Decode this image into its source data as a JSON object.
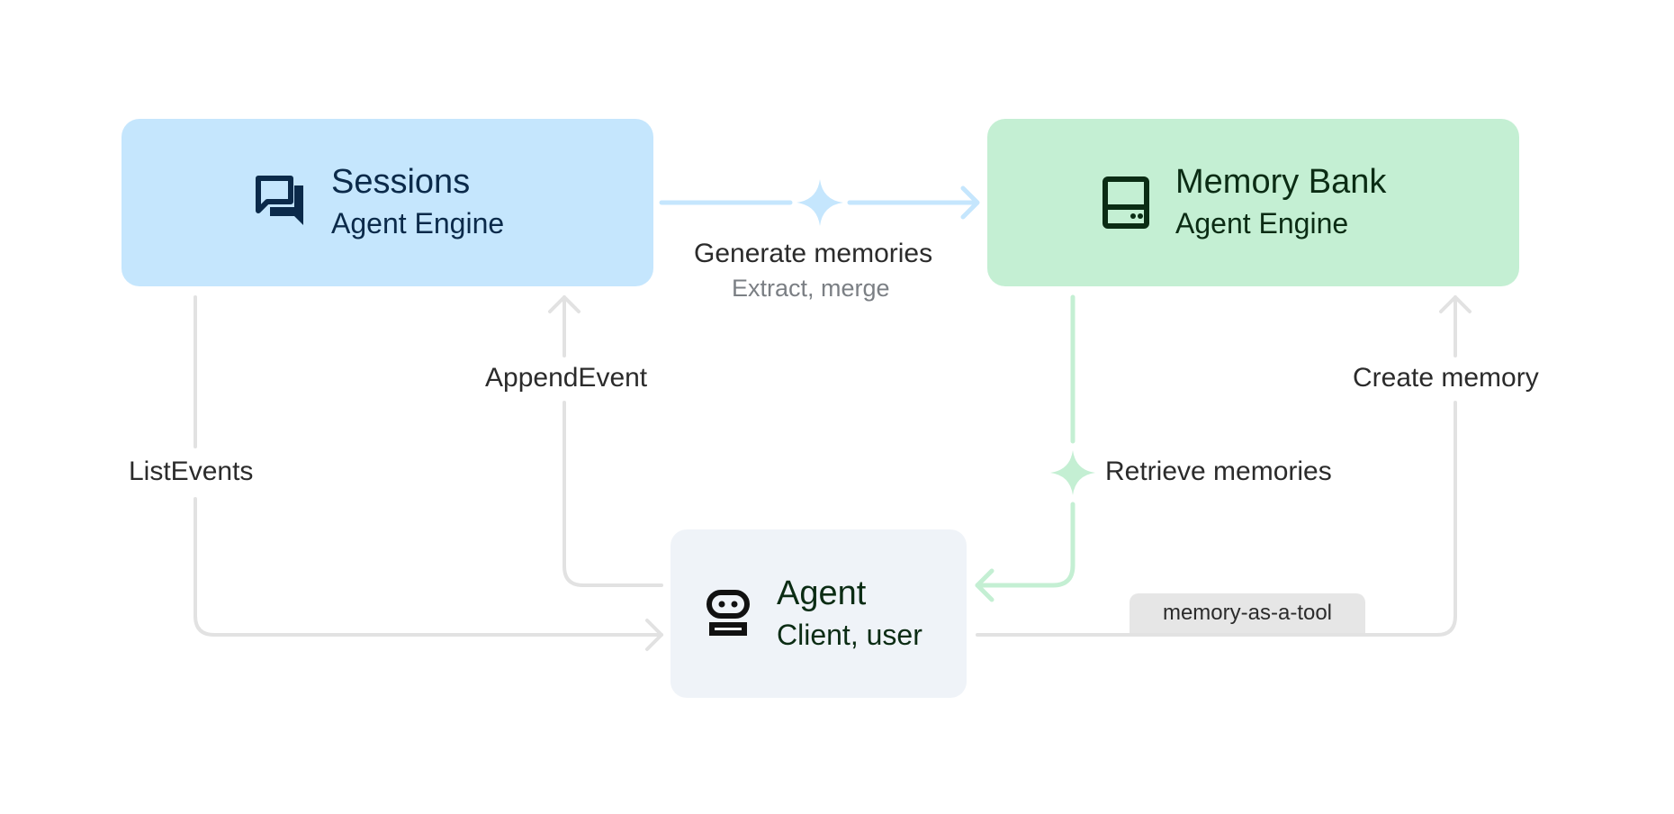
{
  "colors": {
    "sessions_fill": "#c5e6fd",
    "sessions_text": "#0b2a4a",
    "memory_fill": "#c4efd3",
    "memory_text": "#0b2c14",
    "agent_fill": "#eff3f8",
    "agent_text": "#0b2c14",
    "edge_gray": "#e2e2e2",
    "edge_blue": "#c5e6fd",
    "edge_green": "#c4efd3",
    "pill_fill": "#e6e6e6"
  },
  "nodes": {
    "sessions": {
      "title": "Sessions",
      "subtitle": "Agent Engine",
      "icon": "forum-icon"
    },
    "memory_bank": {
      "title": "Memory Bank",
      "subtitle": "Agent Engine",
      "icon": "storage-icon"
    },
    "agent": {
      "title": "Agent",
      "subtitle": "Client, user",
      "icon": "robot-icon"
    }
  },
  "edges": {
    "generate": {
      "label": "Generate memories",
      "sublabel": "Extract, merge",
      "icon": "sparkle-icon"
    },
    "append_event": {
      "label": "AppendEvent"
    },
    "create_memory": {
      "label": "Create memory"
    },
    "list_events": {
      "label": "ListEvents"
    },
    "retrieve": {
      "label": "Retrieve memories",
      "icon": "sparkle-icon"
    },
    "memory_tool": {
      "label": "memory-as-a-tool"
    }
  }
}
